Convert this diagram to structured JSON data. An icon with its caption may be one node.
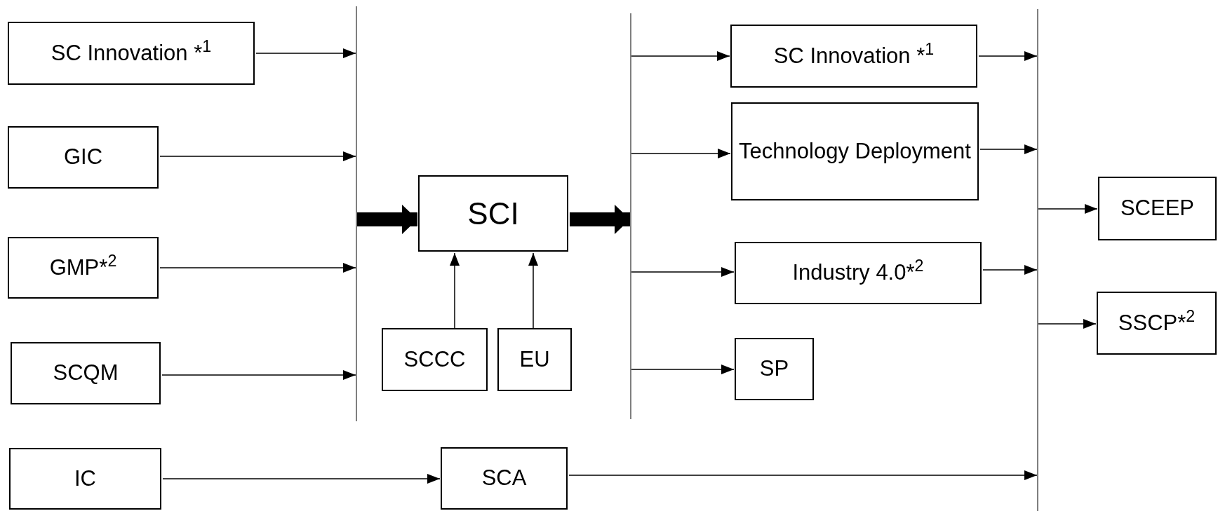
{
  "diagram": {
    "nodes": [
      {
        "text": [
          "SC Innovation *$^{1}$"
        ]
      },
      {
        "text": [
          "GIC"
        ]
      },
      {
        "text": [
          "GMP*$^{2}$"
        ]
      },
      {
        "text": [
          "SCQM"
        ]
      },
      {
        "text": [
          "IC"
        ]
      },
      {
        "text": [],
        "shape": "bar"
      },
      {
        "text": [
          "SCI"
        ]
      },
      {
        "text": [
          "SCCC"
        ]
      },
      {
        "text": [
          "EU"
        ]
      },
      {
        "text": [],
        "shape": "bar"
      },
      {
        "text": [
          "SC Innovation *$^{1}$"
        ]
      },
      {
        "text": [
          "Technology Deployment"
        ]
      },
      {
        "text": [
          "Industry 4.0*$^{2}$"
        ]
      },
      {
        "text": [
          "SP"
        ]
      },
      {
        "text": [],
        "shape": "bar"
      },
      {
        "text": [
          "SCEEP"
        ]
      },
      {
        "text": [
          "SSCP*$^{2}$"
        ]
      },
      {
        "text": [
          "SCA"
        ]
      }
    ],
    "edges": [
      {
        "from": 0,
        "to": 5,
        "arrow": "to"
      },
      {
        "from": 1,
        "to": 5,
        "arrow": "to"
      },
      {
        "from": 2,
        "to": 5,
        "arrow": "to"
      },
      {
        "from": 3,
        "to": 5,
        "arrow": "to"
      },
      {
        "from": 5,
        "to": 6,
        "arrow": "to",
        "style": "thick"
      },
      {
        "from": 7,
        "to": 6,
        "arrow": "to"
      },
      {
        "from": 8,
        "to": 6,
        "arrow": "to"
      },
      {
        "from": 6,
        "to": 9,
        "arrow": "to",
        "style": "thick"
      },
      {
        "from": 9,
        "to": 10,
        "arrow": "to"
      },
      {
        "from": 9,
        "to": 11,
        "arrow": "to"
      },
      {
        "from": 9,
        "to": 12,
        "arrow": "to"
      },
      {
        "from": 9,
        "to": 13,
        "arrow": "to"
      },
      {
        "from": 10,
        "to": 14,
        "arrow": "to"
      },
      {
        "from": 11,
        "to": 14,
        "arrow": "to"
      },
      {
        "from": 12,
        "to": 14,
        "arrow": "to"
      },
      {
        "from": 14,
        "to": 15,
        "arrow": "to"
      },
      {
        "from": 14,
        "to": 16,
        "arrow": "to"
      },
      {
        "from": 4,
        "to": 17,
        "arrow": "to"
      },
      {
        "from": 17,
        "to": 14,
        "arrow": "to"
      }
    ]
  }
}
